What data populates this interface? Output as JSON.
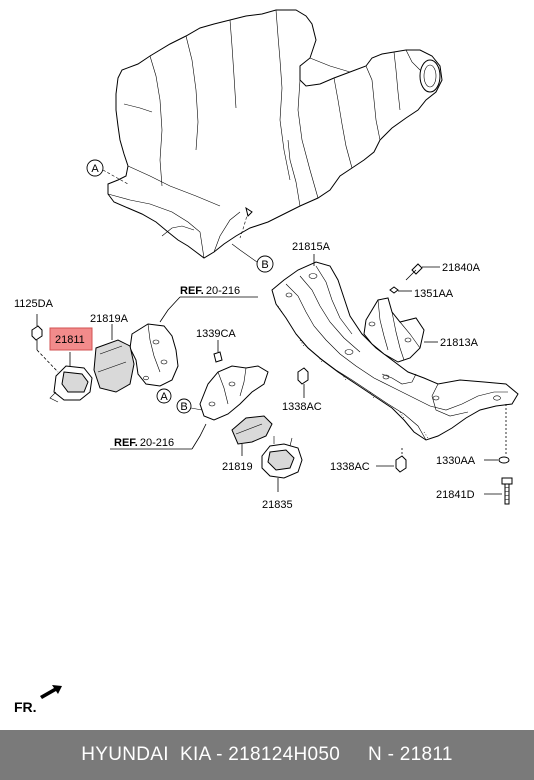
{
  "diagram": {
    "labels": {
      "p21815A": "21815A",
      "p21840A": "21840A",
      "p1351AA": "1351AA",
      "p21813A": "21813A",
      "p1125DA": "1125DA",
      "p21819A": "21819A",
      "p21811": "21811",
      "p1339CA": "1339CA",
      "p1338AC_a": "1338AC",
      "p1338AC_b": "1338AC",
      "p21819": "21819",
      "p21835": "21835",
      "p1330AA": "1330AA",
      "p21841D": "21841D"
    },
    "refs": {
      "ref_top_prefix": "REF.",
      "ref_top_num": "20-216",
      "ref_bottom_prefix": "REF.",
      "ref_bottom_num": "20-216"
    },
    "callouts": {
      "a_upper": "A",
      "b_upper": "B",
      "a_lower": "A",
      "b_lower": "B"
    },
    "front_marker": "FR.",
    "highlight_color": "#f28b8b"
  },
  "footer": {
    "text": "HYUNDAI  KIA - 218124H050     N - 21811"
  }
}
